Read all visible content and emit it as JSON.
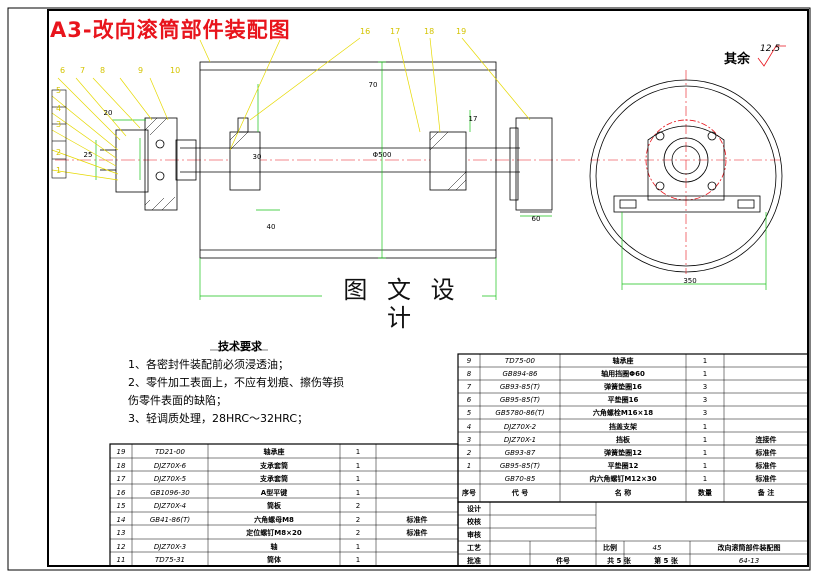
{
  "drawing": {
    "title": "A3-改向滚筒部件装配图",
    "watermark": "图 文 设 计",
    "finish_label": "其余",
    "roughness": "12.5"
  },
  "balloons": [
    "1",
    "2",
    "3",
    "4",
    "5",
    "6",
    "7",
    "8",
    "9",
    "10",
    "16",
    "17",
    "18",
    "19"
  ],
  "dimensions": {
    "d1": "20",
    "d2": "25",
    "d3": "30",
    "d4": "17",
    "d5": "70",
    "d6": "60",
    "d7": "Φ500",
    "d8": "40",
    "d9": "350"
  },
  "requirements": {
    "heading": "技术要求",
    "lines": [
      "1、各密封件装配前必须浸透油；",
      "2、零件加工表面上，不应有划痕、擦伤等损",
      "伤零件表面的缺陷；",
      "3、轻调质处理，28HRC～32HRC；"
    ]
  },
  "right_table": {
    "rows": [
      {
        "no": "9",
        "code": "TD75-00",
        "name": "轴承座",
        "qty": "1",
        "note": ""
      },
      {
        "no": "8",
        "code": "GB894-86",
        "name": "轴用挡圈Φ60",
        "qty": "1",
        "note": ""
      },
      {
        "no": "7",
        "code": "GB93-85(T)",
        "name": "弹簧垫圈16",
        "qty": "3",
        "note": ""
      },
      {
        "no": "6",
        "code": "GB95-85(T)",
        "name": "平垫圈16",
        "qty": "3",
        "note": ""
      },
      {
        "no": "5",
        "code": "GB5780-86(T)",
        "name": "六角螺栓M16×18",
        "qty": "3",
        "note": ""
      },
      {
        "no": "4",
        "code": "DJZ70X-2",
        "name": "挡盖支架",
        "qty": "1",
        "note": ""
      },
      {
        "no": "3",
        "code": "DJZ70X-1",
        "name": "挡板",
        "qty": "1",
        "note": "连接件"
      },
      {
        "no": "2",
        "code": "GB93-87",
        "name": "弹簧垫圈12",
        "qty": "1",
        "note": "标准件"
      },
      {
        "no": "1",
        "code": "GB95-85(T)",
        "name": "平垫圈12",
        "qty": "1",
        "note": "标准件"
      },
      {
        "no": "",
        "code": "GB70-85",
        "name": "内六角螺钉M12×30",
        "qty": "1",
        "note": "标准件"
      }
    ],
    "header": {
      "no": "序号",
      "code": "代 号",
      "name": "名 称",
      "qty": "数量",
      "note": "备 注"
    }
  },
  "left_table": {
    "rows": [
      {
        "no": "19",
        "code": "TD21-00",
        "name": "轴承座",
        "qty": "1",
        "note": ""
      },
      {
        "no": "18",
        "code": "DJZ70X-6",
        "name": "支承套筒",
        "qty": "1",
        "note": ""
      },
      {
        "no": "17",
        "code": "DJZ70X-5",
        "name": "支承套筒",
        "qty": "1",
        "note": ""
      },
      {
        "no": "16",
        "code": "GB1096-30",
        "name": "A型平键",
        "qty": "1",
        "note": ""
      },
      {
        "no": "15",
        "code": "DJZ70X-4",
        "name": "筒板",
        "qty": "2",
        "note": ""
      },
      {
        "no": "14",
        "code": "GB41-86(T)",
        "name": "六角螺母M8",
        "qty": "2",
        "note": "标准件"
      },
      {
        "no": "13",
        "code": "",
        "name": "定位螺钉M8×20",
        "qty": "2",
        "note": "标准件"
      },
      {
        "no": "12",
        "code": "DJZ70X-3",
        "name": "轴",
        "qty": "1",
        "note": ""
      },
      {
        "no": "11",
        "code": "TD75-31",
        "name": "筒体",
        "qty": "1",
        "note": ""
      }
    ]
  },
  "title_block": {
    "design": "设计",
    "check": "校核",
    "review": "审核",
    "approve": "批准",
    "process": "工艺",
    "scale_label": "比例",
    "scale": "45",
    "sheet_total": "共 5 张",
    "sheet_no": "第 5 张",
    "drawing_name": "改向滚筒部件装配图",
    "drawing_code": "64-13",
    "weight_label": "件号"
  }
}
